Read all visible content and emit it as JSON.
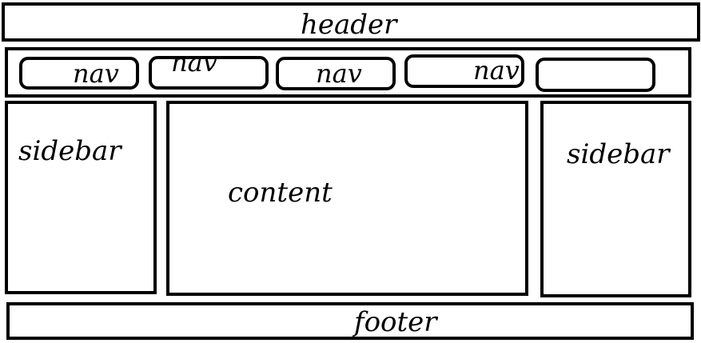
{
  "header": {
    "label": "header"
  },
  "nav": {
    "items": [
      {
        "label": "nav"
      },
      {
        "label": "nav"
      },
      {
        "label": "nav"
      },
      {
        "label": "nav"
      },
      {
        "label": ""
      }
    ]
  },
  "sidebar_left": {
    "label": "sidebar"
  },
  "content": {
    "label": "content"
  },
  "sidebar_right": {
    "label": "sidebar"
  },
  "footer": {
    "label": "footer"
  }
}
